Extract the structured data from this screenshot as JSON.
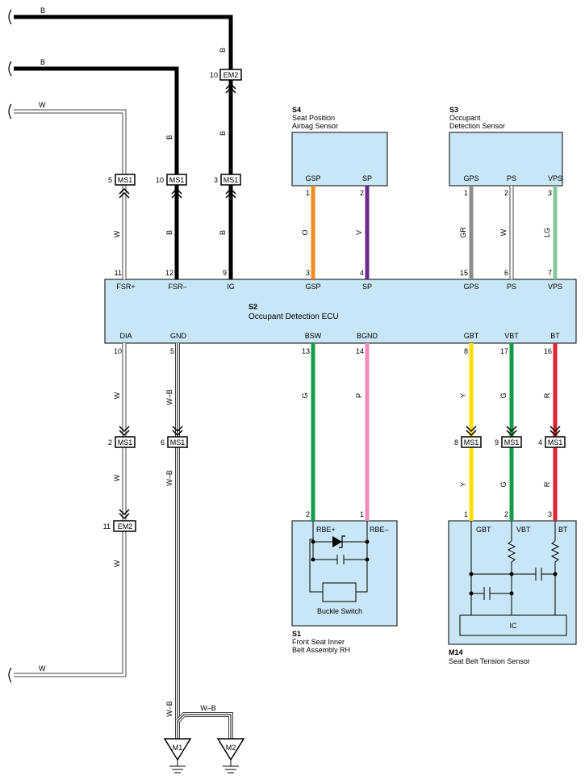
{
  "components": {
    "s4": {
      "code": "S4",
      "name_lines": [
        "Seat Position",
        "Airbag Sensor"
      ],
      "pins": {
        "gsp": "GSP",
        "sp": "SP"
      }
    },
    "s3": {
      "code": "S3",
      "name_lines": [
        "Occupant",
        "Detection Sensor"
      ],
      "pins": {
        "gps": "GPS",
        "ps": "PS",
        "vps": "VPS"
      }
    },
    "s2": {
      "code": "S2",
      "name": "Occupant Detection ECU",
      "top_pins": [
        "FSR+",
        "FSR–",
        "IG",
        "GSP",
        "SP",
        "GPS",
        "PS",
        "VPS"
      ],
      "bottom_pins": [
        "DIA",
        "GND",
        "BSW",
        "BGND",
        "GBT",
        "VBT",
        "BT"
      ]
    },
    "s1": {
      "code": "S1",
      "name_lines": [
        "Front Seat Inner",
        "Belt Assembly RH"
      ],
      "pins": {
        "rbe_pos": "RBE+",
        "rbe_neg": "RBE–"
      },
      "switch_label": "Buckle Switch"
    },
    "m14": {
      "code": "M14",
      "name": "Seat Belt Tension Sensor",
      "pins": {
        "gbt": "GBT",
        "vbt": "VBT",
        "bt": "BT"
      },
      "ic_label": "IC"
    }
  },
  "connectors": {
    "em2_top": {
      "pin": "10",
      "id": "EM2"
    },
    "ms1_w": {
      "pin": "5",
      "id": "MS1"
    },
    "ms1_b": {
      "pin": "10",
      "id": "MS1"
    },
    "ms1_ig": {
      "pin": "3",
      "id": "MS1"
    },
    "ms1_dia": {
      "pin": "2",
      "id": "MS1"
    },
    "ms1_gnd": {
      "pin": "6",
      "id": "MS1"
    },
    "em2_dia": {
      "pin": "11",
      "id": "EM2"
    },
    "ms1_gbt": {
      "pin": "8",
      "id": "MS1"
    },
    "ms1_vbt": {
      "pin": "9",
      "id": "MS1"
    },
    "ms1_bt": {
      "pin": "4",
      "id": "MS1"
    }
  },
  "pin_numbers": {
    "ecu_top": [
      "11",
      "12",
      "9",
      "3",
      "4",
      "15",
      "6",
      "7"
    ],
    "ecu_bottom": [
      "10",
      "5",
      "13",
      "14",
      "8",
      "17",
      "16"
    ],
    "s4": [
      "1",
      "2"
    ],
    "s3": [
      "1",
      "2",
      "3"
    ],
    "s1": [
      "2",
      "1"
    ],
    "m14": [
      "1",
      "2",
      "3"
    ]
  },
  "wire_colors": {
    "b1": "B",
    "b2": "B",
    "b3": "B",
    "b4": "B",
    "b5": "B",
    "b6": "B",
    "w1": "W",
    "w2": "W",
    "w3": "W",
    "w4": "W",
    "w5": "W",
    "w6": "W",
    "wb1": "W–B",
    "wb2": "W–B",
    "wb3": "W–B",
    "wb4": "W–B",
    "o": "O",
    "v": "V",
    "gr": "GR",
    "w_ps": "W",
    "lg": "LG",
    "g_bsw": "G",
    "p_bgnd": "P",
    "y1": "Y",
    "g1": "G",
    "r1": "R",
    "y2": "Y",
    "g2": "G",
    "r2": "R"
  },
  "grounds": {
    "m1": "M1",
    "m2": "M2"
  },
  "colors": {
    "component_fill": "#c8e6f5",
    "black": "#000000",
    "orange": "#f28a1e",
    "violet": "#6a2a8e",
    "gray": "#8c8c8c",
    "light_green": "#82c99a",
    "green": "#129c48",
    "pink": "#f08cb8",
    "yellow": "#ffde00",
    "red": "#e0202a"
  }
}
